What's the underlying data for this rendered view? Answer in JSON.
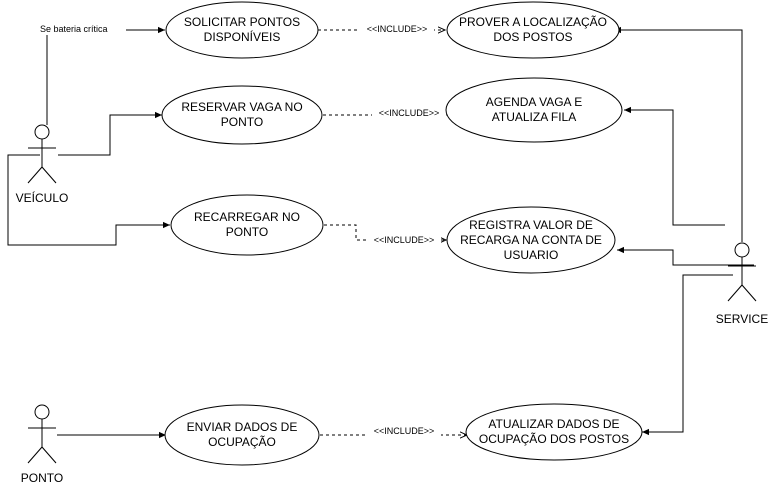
{
  "actors": {
    "veiculo": "VEÍCULO",
    "ponto": "PONTO",
    "service": "SERVICE"
  },
  "use_cases": {
    "solicitar": [
      "SOLICITAR PONTOS",
      "DISPONÍVEIS"
    ],
    "prover": [
      "PROVER A LOCALIZAÇÃO",
      "DOS POSTOS"
    ],
    "reservar": [
      "RESERVAR VAGA NO",
      "PONTO"
    ],
    "agenda": [
      "AGENDA VAGA E",
      "ATUALIZA FILA"
    ],
    "recarregar": [
      "RECARREGAR NO",
      "PONTO"
    ],
    "registra": [
      "REGISTRA VALOR DE",
      "RECARGA NA CONTA DE",
      "USUARIO"
    ],
    "enviar": [
      "ENVIAR DADOS DE",
      "OCUPAÇÃO"
    ],
    "atualizar": [
      "ATUALIZAR DADOS DE",
      "OCUPAÇÃO DOS POSTOS"
    ]
  },
  "relations": {
    "include_1": "<<INCLUDE>>",
    "include_2": "<<INCLUDE>>",
    "include_3": "<<INCLUDE>>",
    "include_4": "<<INCLUDE>>"
  },
  "condition_label": "Se bateria crítica"
}
